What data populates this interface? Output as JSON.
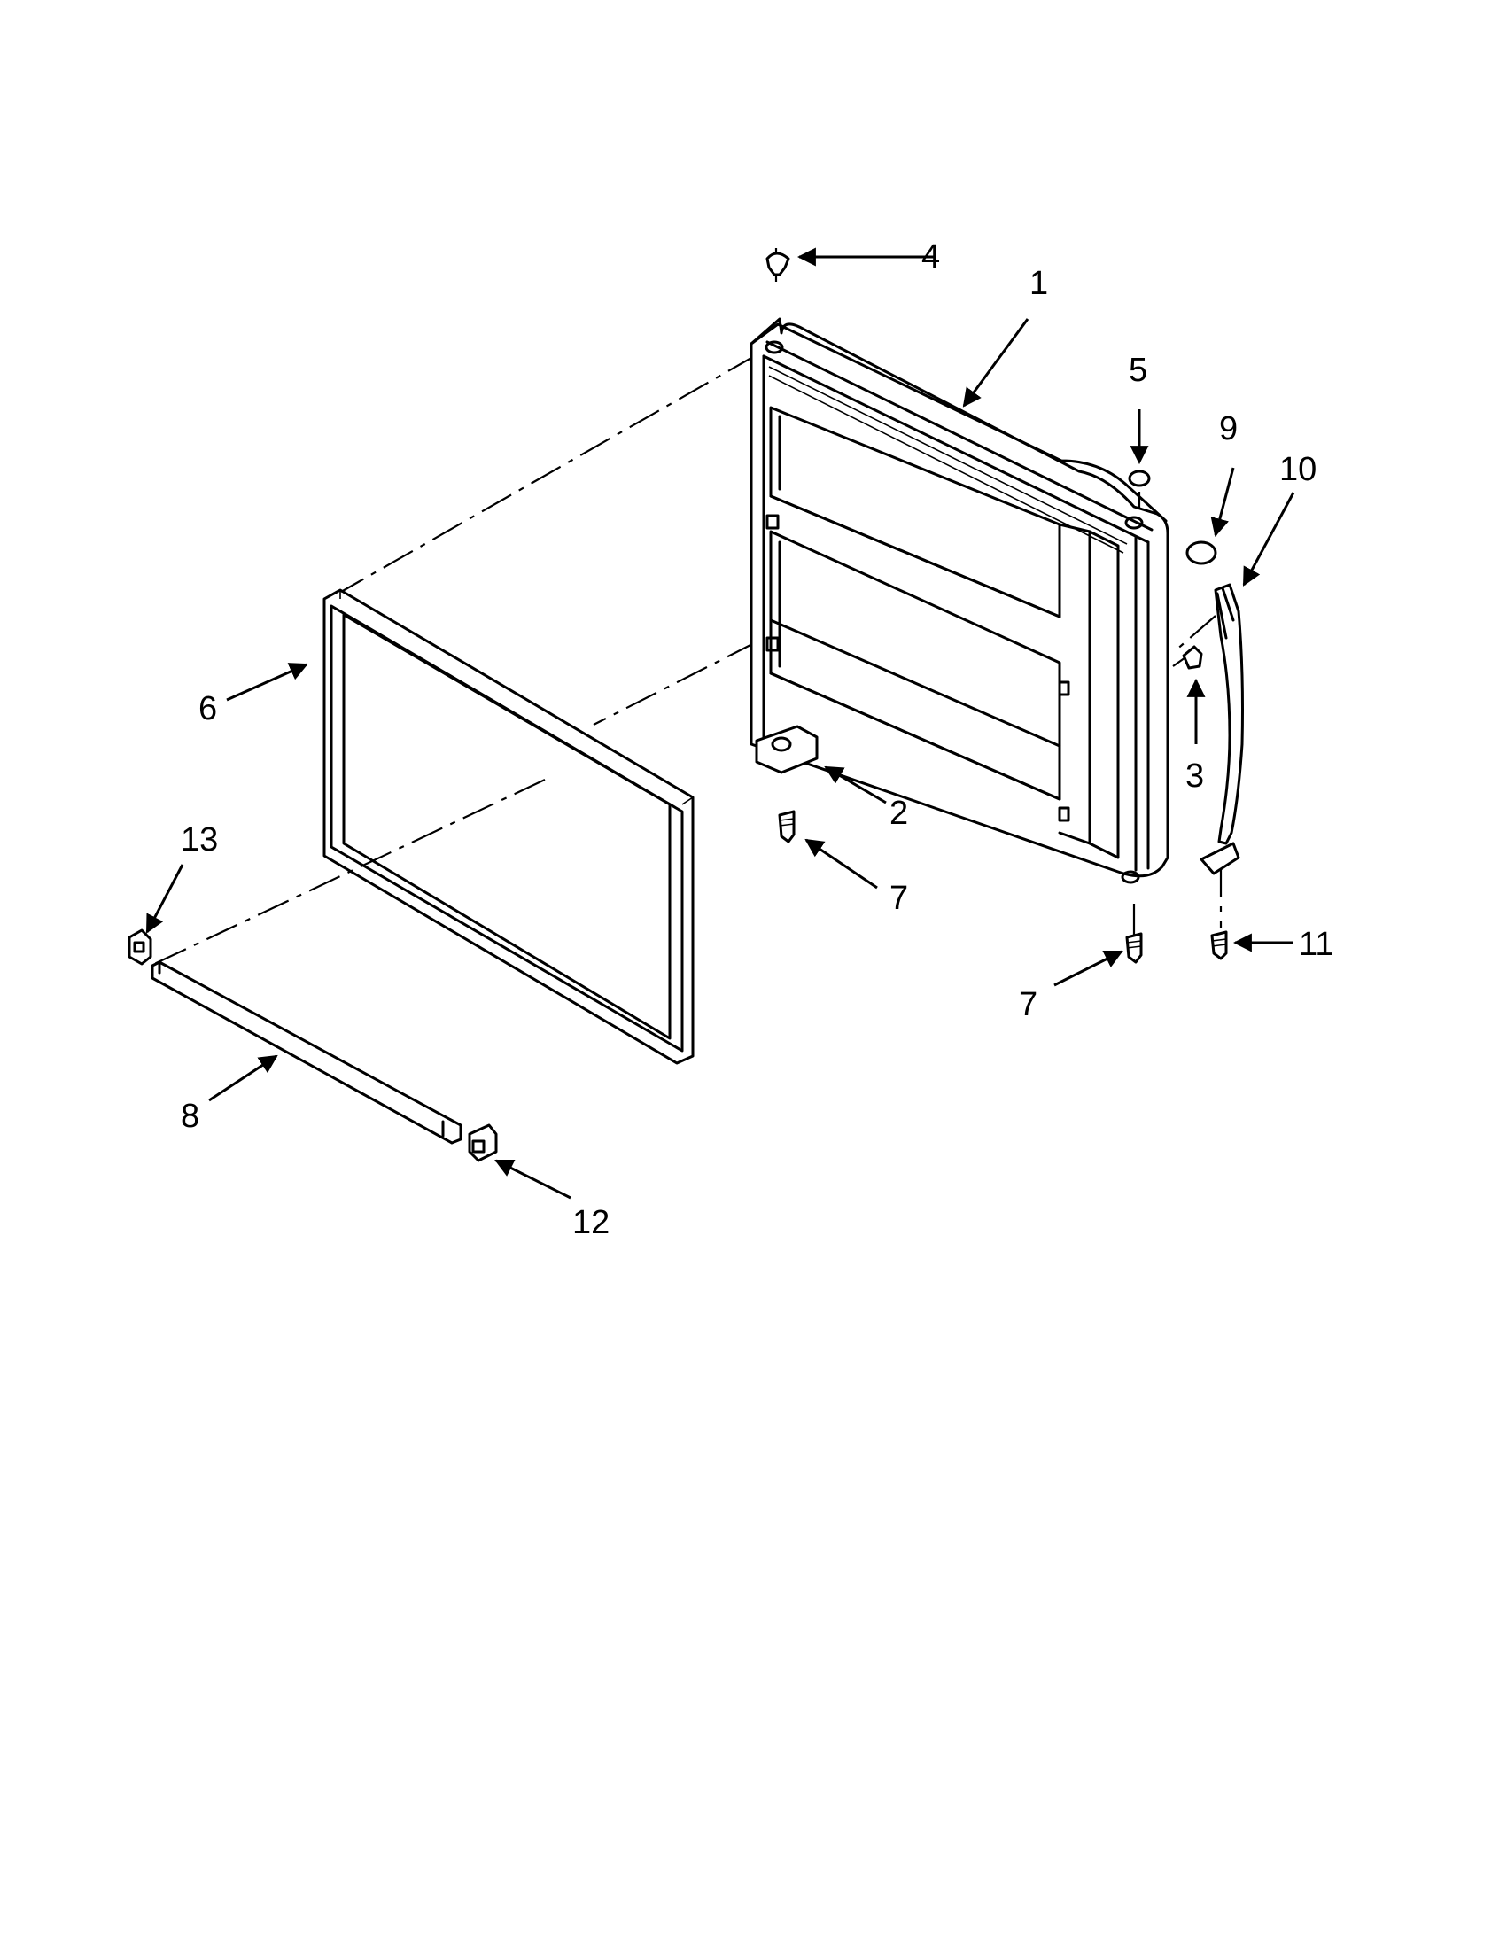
{
  "diagram": {
    "callouts": {
      "c1": "1",
      "c2": "2",
      "c3": "3",
      "c4": "4",
      "c5": "5",
      "c6": "6",
      "c7a": "7",
      "c7b": "7",
      "c8": "8",
      "c9": "9",
      "c10": "10",
      "c11": "11",
      "c12": "12",
      "c13": "13"
    }
  }
}
